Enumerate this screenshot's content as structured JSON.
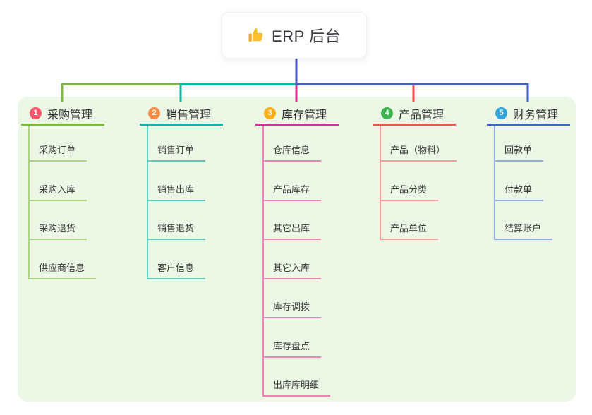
{
  "root": {
    "label": "ERP 后台",
    "icon": "thumbs-up-icon"
  },
  "branches": [
    {
      "index": "1",
      "label": "采购管理",
      "badge_color": "#f4566c",
      "line_color": "#7cb93f",
      "child_line_color": "#a9d385",
      "children": [
        "采购订单",
        "采购入库",
        "采购退货",
        "供应商信息"
      ]
    },
    {
      "index": "2",
      "label": "销售管理",
      "badge_color": "#fb8b43",
      "line_color": "#10b5a3",
      "child_line_color": "#63cabb",
      "children": [
        "销售订单",
        "销售出库",
        "销售退货",
        "客户信息"
      ]
    },
    {
      "index": "3",
      "label": "库存管理",
      "badge_color": "#f9ad16",
      "line_color": "#d63091",
      "child_line_color": "#ee82b9",
      "children": [
        "仓库信息",
        "产品库存",
        "其它出库",
        "其它入库",
        "库存调拨",
        "库存盘点",
        "出库库明细"
      ]
    },
    {
      "index": "4",
      "label": "产品管理",
      "badge_color": "#3bb450",
      "line_color": "#f05250",
      "child_line_color": "#f59e99",
      "children": [
        "产品（物料）",
        "产品分类",
        "产品单位"
      ]
    },
    {
      "index": "5",
      "label": "财务管理",
      "badge_color": "#32a5d9",
      "line_color": "#4061c6",
      "child_line_color": "#94aae2",
      "children": [
        "回款单",
        "付款单",
        "结算账户"
      ]
    }
  ],
  "colors": {
    "canvas_bg": "#ffffff",
    "panel_bg": "#ecf7e6",
    "root_connector": "#4a5cc2",
    "thumb_icon": "#fbc02d",
    "thumb_cuff": "#f9a825",
    "node_text": "#2e2e2e"
  }
}
